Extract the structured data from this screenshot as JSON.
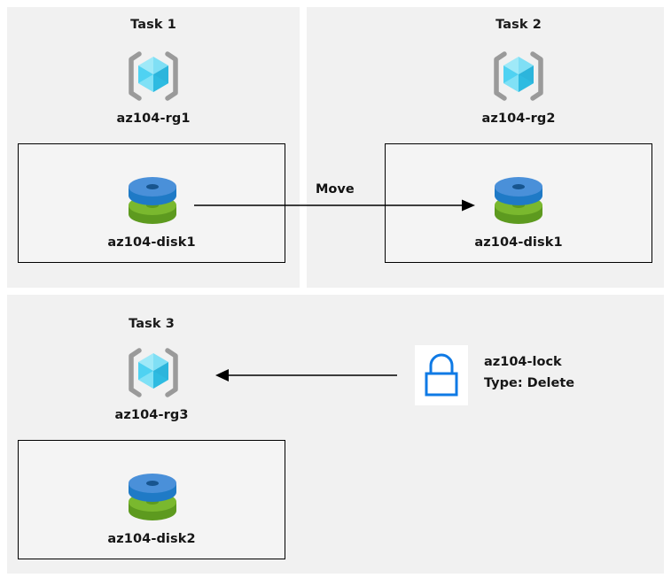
{
  "diagram": {
    "title_absent": true,
    "background_color": "#ffffff",
    "panel_color": "#f1f1f1",
    "box_border_color": "#000000",
    "arrow_color": "#000000"
  },
  "panels": [
    {
      "id": "task1",
      "title": "Task 1",
      "resource_group": {
        "icon": "azure-resource-group-icon",
        "label": "az104-rg1"
      },
      "resource_box": {
        "icon": "azure-managed-disk-icon",
        "label": "az104-disk1"
      }
    },
    {
      "id": "task2",
      "title": "Task 2",
      "resource_group": {
        "icon": "azure-resource-group-icon",
        "label": "az104-rg2"
      },
      "resource_box": {
        "icon": "azure-managed-disk-icon",
        "label": "az104-disk1"
      }
    },
    {
      "id": "task3",
      "title": "Task 3",
      "resource_group": {
        "icon": "azure-resource-group-icon",
        "label": "az104-rg3"
      },
      "resource_box": {
        "icon": "azure-managed-disk-icon",
        "label": "az104-disk2"
      }
    }
  ],
  "connectors": [
    {
      "id": "move-arrow",
      "label": "Move",
      "direction": "left-to-right",
      "from": "az104-disk1 in az104-rg1",
      "to": "az104-disk1 in az104-rg2"
    },
    {
      "id": "lock-arrow",
      "label": "",
      "direction": "right-to-left",
      "from": "az104-lock",
      "to": "az104-rg3"
    }
  ],
  "lock": {
    "icon": "padlock-icon",
    "name": "az104-lock",
    "type_line": "Type: Delete",
    "icon_color": "#0f7ae5",
    "tile_color": "#ffffff"
  },
  "colors": {
    "cube_light": "#7ce3f7",
    "cube_mid": "#41cdf0",
    "cube_dark": "#2aa8cc",
    "bracket": "#9a9a9a",
    "disk_blue_top": "#4a90d9",
    "disk_blue_side": "#1f7ac6",
    "disk_green_top": "#7ab82e",
    "disk_green_side": "#5d9a1f"
  }
}
